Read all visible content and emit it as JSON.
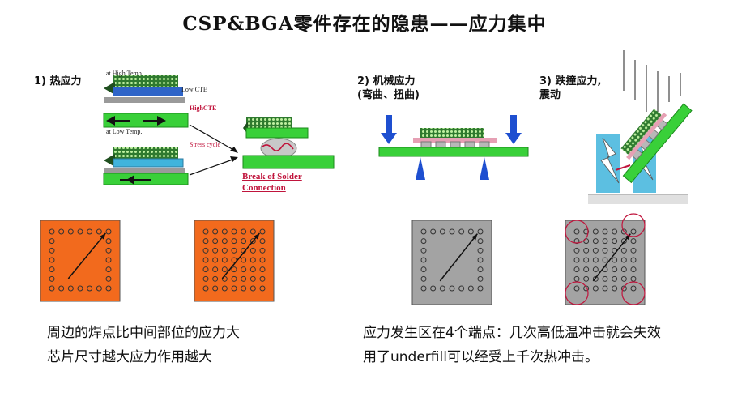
{
  "title": "CSP&BGA零件存在的隐患——应力集中",
  "sections": {
    "thermal": {
      "label": "1) 热应力",
      "at_high_temp": "at High Temp.",
      "low_cte": "Low CTE",
      "high_cte": "HighCTE",
      "at_low_temp": "at Low Temp.",
      "stress_cycle": "Stress cycle",
      "break_line1": "Break of Solder",
      "break_line2": "Connection"
    },
    "mechanical": {
      "label_line1": "2) 机械应力",
      "label_line2": "(弯曲、扭曲)"
    },
    "impact": {
      "label_line1": "3) 跌撞应力,",
      "label_line2": "震动"
    }
  },
  "captions": {
    "left_line1": "周边的焊点比中间部位的应力大",
    "left_line2": "芯片尺寸越大应力作用越大",
    "right_line1": "应力发生区在4个端点：几次高低温冲击就会失效",
    "right_line2": "用了underfill可以经受上千次热冲击。"
  },
  "colors": {
    "orange": "#f26a1d",
    "gray": "#a3a3a3",
    "green": "#39d039",
    "blue": "#2e64c8",
    "cyan": "#40b4dc",
    "red": "#c0143c"
  }
}
